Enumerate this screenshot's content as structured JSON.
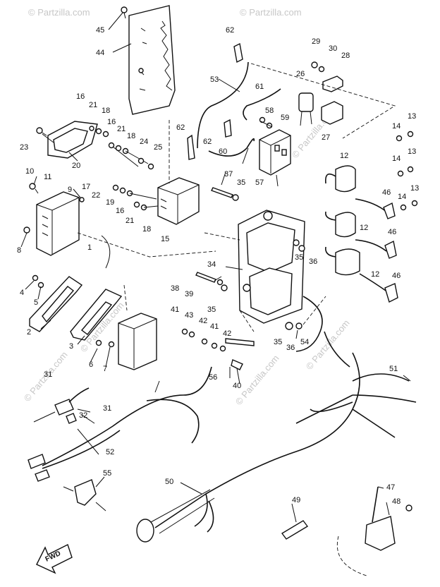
{
  "watermark": {
    "text": "© Partzilla.com"
  },
  "direction_label": "FWD",
  "callouts": [
    {
      "id": "c1",
      "label": "1"
    },
    {
      "id": "c2",
      "label": "2"
    },
    {
      "id": "c3",
      "label": "3"
    },
    {
      "id": "c4",
      "label": "4"
    },
    {
      "id": "c5",
      "label": "5"
    },
    {
      "id": "c6",
      "label": "6"
    },
    {
      "id": "c7",
      "label": "7"
    },
    {
      "id": "c8",
      "label": "8"
    },
    {
      "id": "c9",
      "label": "9"
    },
    {
      "id": "c10",
      "label": "10"
    },
    {
      "id": "c11",
      "label": "11"
    },
    {
      "id": "c12a",
      "label": "12"
    },
    {
      "id": "c12b",
      "label": "12"
    },
    {
      "id": "c12c",
      "label": "12"
    },
    {
      "id": "c13a",
      "label": "13"
    },
    {
      "id": "c13b",
      "label": "13"
    },
    {
      "id": "c13c",
      "label": "13"
    },
    {
      "id": "c14a",
      "label": "14"
    },
    {
      "id": "c14b",
      "label": "14"
    },
    {
      "id": "c14c",
      "label": "14"
    },
    {
      "id": "c15",
      "label": "15"
    },
    {
      "id": "c16a",
      "label": "16"
    },
    {
      "id": "c16b",
      "label": "16"
    },
    {
      "id": "c16c",
      "label": "16"
    },
    {
      "id": "c17",
      "label": "17"
    },
    {
      "id": "c18a",
      "label": "18"
    },
    {
      "id": "c18b",
      "label": "18"
    },
    {
      "id": "c18c",
      "label": "18"
    },
    {
      "id": "c19",
      "label": "19"
    },
    {
      "id": "c20",
      "label": "20"
    },
    {
      "id": "c21a",
      "label": "21"
    },
    {
      "id": "c21b",
      "label": "21"
    },
    {
      "id": "c21c",
      "label": "21"
    },
    {
      "id": "c22",
      "label": "22"
    },
    {
      "id": "c23",
      "label": "23"
    },
    {
      "id": "c24",
      "label": "24"
    },
    {
      "id": "c25",
      "label": "25"
    },
    {
      "id": "c26",
      "label": "26"
    },
    {
      "id": "c27",
      "label": "27"
    },
    {
      "id": "c28",
      "label": "28"
    },
    {
      "id": "c29",
      "label": "29"
    },
    {
      "id": "c30",
      "label": "30"
    },
    {
      "id": "c31a",
      "label": "31"
    },
    {
      "id": "c31b",
      "label": "31"
    },
    {
      "id": "c32",
      "label": "32"
    },
    {
      "id": "c34",
      "label": "34"
    },
    {
      "id": "c35a",
      "label": "35"
    },
    {
      "id": "c35b",
      "label": "35"
    },
    {
      "id": "c35c",
      "label": "35"
    },
    {
      "id": "c35d",
      "label": "35"
    },
    {
      "id": "c36a",
      "label": "36"
    },
    {
      "id": "c36b",
      "label": "36"
    },
    {
      "id": "c37",
      "label": "37"
    },
    {
      "id": "c38",
      "label": "38"
    },
    {
      "id": "c39",
      "label": "39"
    },
    {
      "id": "c40",
      "label": "40"
    },
    {
      "id": "c41a",
      "label": "41"
    },
    {
      "id": "c41b",
      "label": "41"
    },
    {
      "id": "c42a",
      "label": "42"
    },
    {
      "id": "c42b",
      "label": "42"
    },
    {
      "id": "c43",
      "label": "43"
    },
    {
      "id": "c44",
      "label": "44"
    },
    {
      "id": "c45",
      "label": "45"
    },
    {
      "id": "c46a",
      "label": "46"
    },
    {
      "id": "c46b",
      "label": "46"
    },
    {
      "id": "c46c",
      "label": "46"
    },
    {
      "id": "c47",
      "label": "47"
    },
    {
      "id": "c48",
      "label": "48"
    },
    {
      "id": "c49",
      "label": "49"
    },
    {
      "id": "c50",
      "label": "50"
    },
    {
      "id": "c51",
      "label": "51"
    },
    {
      "id": "c52",
      "label": "52"
    },
    {
      "id": "c53",
      "label": "53"
    },
    {
      "id": "c54",
      "label": "54"
    },
    {
      "id": "c55",
      "label": "55"
    },
    {
      "id": "c56",
      "label": "56"
    },
    {
      "id": "c57",
      "label": "57"
    },
    {
      "id": "c58",
      "label": "58"
    },
    {
      "id": "c59",
      "label": "59"
    },
    {
      "id": "c60",
      "label": "60"
    },
    {
      "id": "c61",
      "label": "61"
    },
    {
      "id": "c62a",
      "label": "62"
    },
    {
      "id": "c62b",
      "label": "62"
    },
    {
      "id": "c62c",
      "label": "62"
    }
  ]
}
